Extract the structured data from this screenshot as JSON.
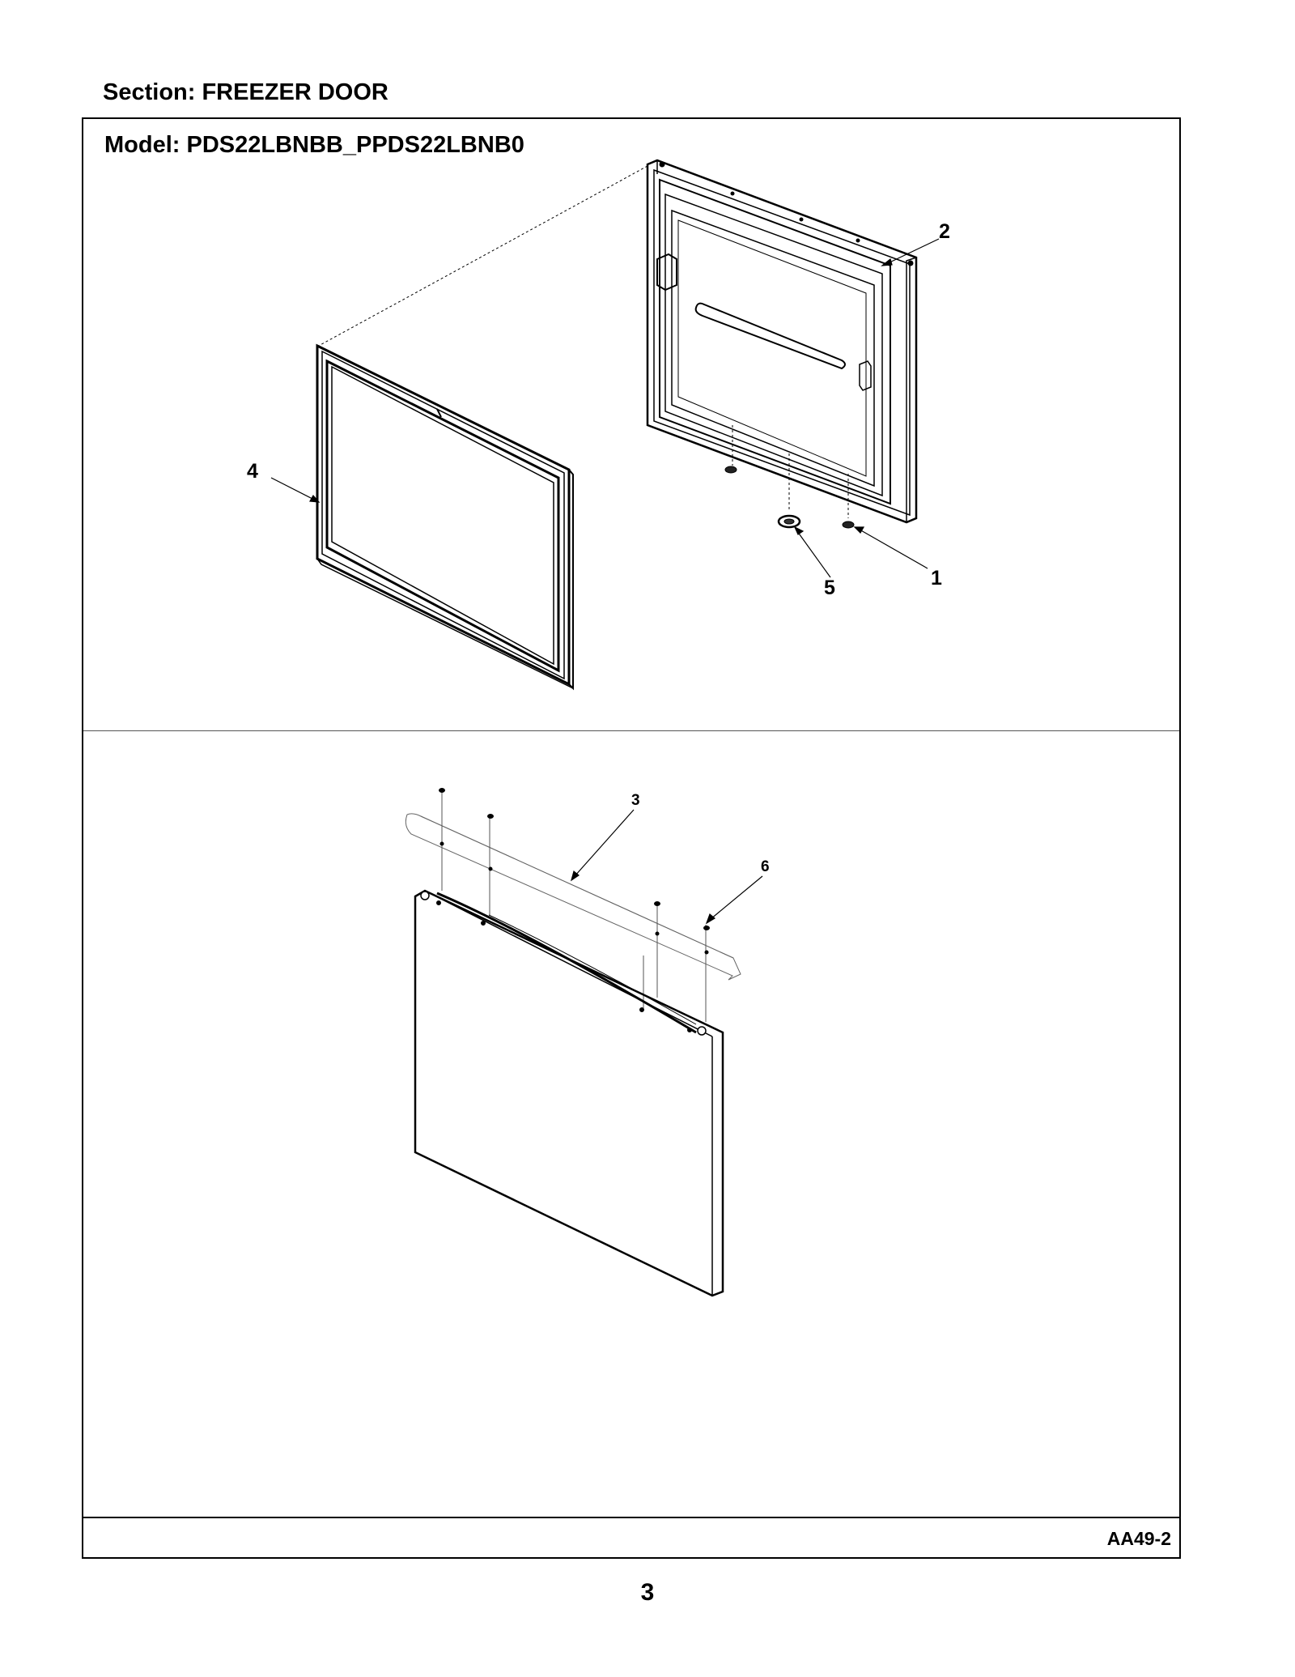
{
  "section_title": "Section:  FREEZER DOOR",
  "model_title": "Model:  PDS22LBNBB_PPDS22LBNB0",
  "doc_code": "AA49-2",
  "page_number": "3",
  "callouts": {
    "c1": "1",
    "c2": "2",
    "c3": "3",
    "c4": "4",
    "c5": "5",
    "c6": "6"
  }
}
